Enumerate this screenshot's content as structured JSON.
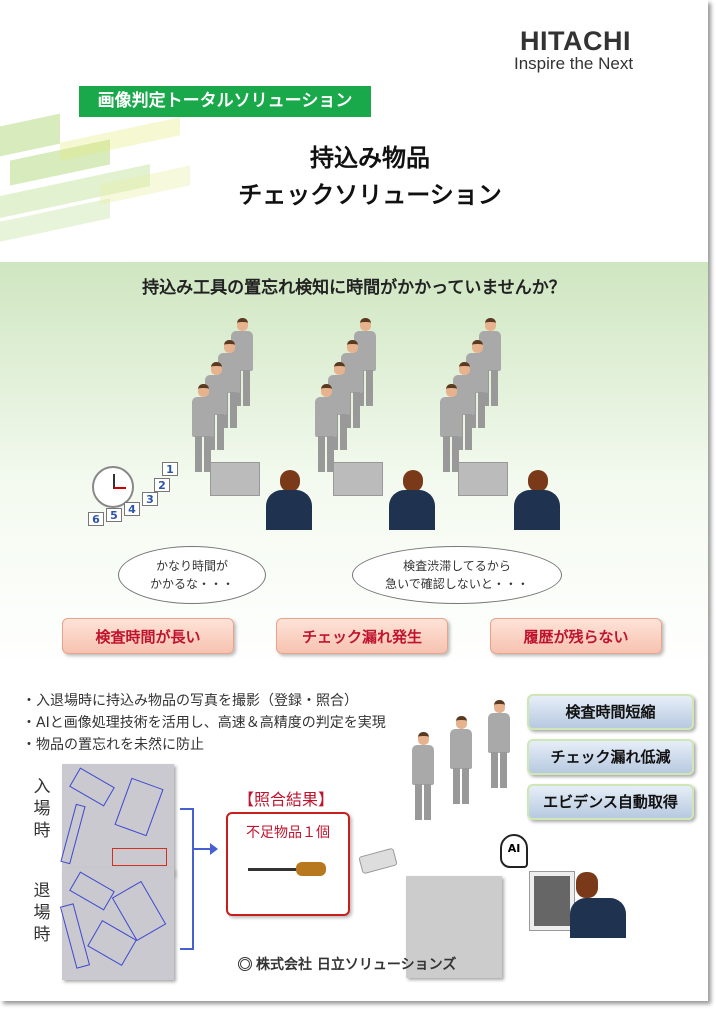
{
  "logo": {
    "brand": "HITACHI",
    "tagline": "Inspire the Next"
  },
  "badge": "画像判定トータルソリューション",
  "title": {
    "line1": "持込み物品",
    "line2": "チェックソリューション"
  },
  "question": "持込み工具の置忘れ検知に時間がかかっていませんか？",
  "clock_cards": [
    "6",
    "5",
    "4",
    "3",
    "2",
    "1"
  ],
  "thoughts": [
    {
      "line1": "かなり時間が",
      "line2": "かかるな・・・"
    },
    {
      "line1": "検査渋滞してるから",
      "line2": "急いで確認しないと・・・"
    }
  ],
  "problems": [
    "検査時間が長い",
    "チェック漏れ発生",
    "履歴が残らない"
  ],
  "bullets": [
    "入退場時に持込み物品の写真を撮影（登録・照合）",
    "AIと画像処理技術を活用し、高速＆高精度の判定を実現",
    "物品の置忘れを未然に防止"
  ],
  "benefits": [
    "検査時間短縮",
    "チェック漏れ低減",
    "エビデンス自動取得"
  ],
  "entry_label": "入場時",
  "exit_label": "退場時",
  "result": {
    "label": "【照合結果】",
    "text": "不足物品１個"
  },
  "ai_label": "AI",
  "footer": "株式会社 日立ソリューションズ",
  "colors": {
    "green": "#19a84a",
    "red": "#c0142e",
    "blue": "#4048d0"
  }
}
